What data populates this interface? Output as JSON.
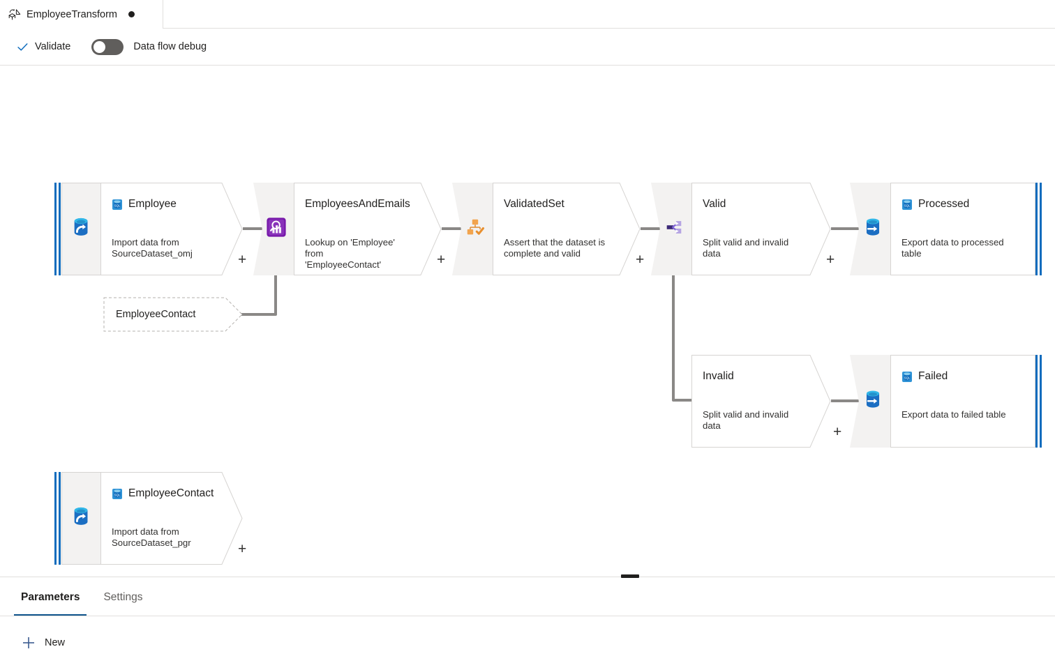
{
  "header": {
    "dataflow_icon": "dataflow-icon",
    "title": "EmployeeTransform",
    "unsaved_indicator": "unsaved-changes-dot"
  },
  "commandbar": {
    "validate_label": "Validate",
    "validate_icon": "checkmark-icon",
    "debug_toggle_label": "Data flow debug",
    "debug_toggle_state": "off"
  },
  "canvas": {
    "add_label": "+",
    "nodes": [
      {
        "id": "employee-source",
        "type": "source",
        "icon": "source-database-icon",
        "dataset_icon": "sql-database-icon",
        "title": "Employee",
        "description": "Import data from\nSourceDataset_omj"
      },
      {
        "id": "employees-and-emails-lookup",
        "type": "lookup",
        "icon": "lookup-icon",
        "title": "EmployeesAndEmails",
        "description": "Lookup on 'Employee' from\n'EmployeeContact'"
      },
      {
        "id": "validatedset-assert",
        "type": "assert",
        "icon": "assert-icon",
        "title": "ValidatedSet",
        "description": "Assert that the dataset is\ncomplete and valid"
      },
      {
        "id": "valid-conditional-split",
        "type": "conditionalSplit",
        "icon": "conditional-split-icon",
        "title": "Valid",
        "description": "Split valid and invalid data"
      },
      {
        "id": "processed-sink",
        "type": "sink",
        "icon": "sink-database-icon",
        "dataset_icon": "sql-database-icon",
        "title": "Processed",
        "description": "Export data to processed table"
      },
      {
        "id": "invalid-stream",
        "type": "conditionalSplitBranch",
        "title": "Invalid",
        "description": "Split valid and invalid data"
      },
      {
        "id": "failed-sink",
        "type": "sink",
        "icon": "sink-database-icon",
        "dataset_icon": "sql-database-icon",
        "title": "Failed",
        "description": "Export data to failed table"
      },
      {
        "id": "employeecontact-source",
        "type": "source",
        "icon": "source-database-icon",
        "dataset_icon": "sql-database-icon",
        "title": "EmployeeContact",
        "description": "Import data from\nSourceDataset_pgr"
      }
    ],
    "stream_reference": {
      "id": "employeecontact-stream-ref",
      "label": "EmployeeContact"
    }
  },
  "bottom_panel": {
    "tabs": [
      {
        "label": "Parameters",
        "active": true
      },
      {
        "label": "Settings",
        "active": false
      }
    ],
    "new_button_label": "New",
    "new_button_icon": "plus-icon"
  },
  "colors": {
    "accent": "#0f6cbd",
    "tab_underline": "#0f548c",
    "connector": "#8a8886",
    "node_border": "#d6d4d2",
    "cap_fill": "#f3f2f1",
    "lookup_purple": "#7719aa",
    "assert_orange": "#f2a44d",
    "split_purple": "#8661c5"
  }
}
